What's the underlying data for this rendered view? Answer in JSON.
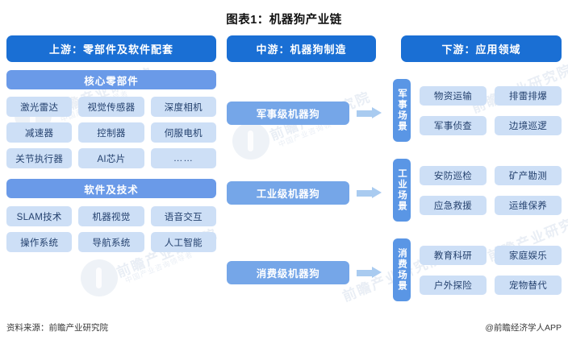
{
  "title": "图表1：机器狗产业链",
  "upstream": {
    "stage_label": "上游：零部件及软件配套",
    "sections": [
      {
        "heading": "核心零部件",
        "items": [
          "激光雷达",
          "视觉传感器",
          "深度相机",
          "减速器",
          "控制器",
          "伺服电机",
          "关节执行器",
          "AI芯片",
          "……"
        ]
      },
      {
        "heading": "软件及技术",
        "items": [
          "SLAM技术",
          "机器视觉",
          "语音交互",
          "操作系统",
          "导航系统",
          "人工智能"
        ]
      }
    ]
  },
  "midstream": {
    "stage_label": "中游：机器狗制造",
    "items": [
      "军事级机器狗",
      "工业级机器狗",
      "消费级机器狗"
    ],
    "arrow_icon": "arrow-right-icon"
  },
  "downstream": {
    "stage_label": "下游：应用领域",
    "scenes": [
      {
        "label": "军事场景",
        "items": [
          "物资运输",
          "排雷排爆",
          "军事侦查",
          "边境巡逻"
        ]
      },
      {
        "label": "工业场景",
        "items": [
          "安防巡检",
          "矿产勘测",
          "应急救援",
          "运维保养"
        ]
      },
      {
        "label": "消费场景",
        "items": [
          "教育科研",
          "家庭娱乐",
          "户外探险",
          "宠物替代"
        ]
      }
    ]
  },
  "footer": {
    "source": "资料来源：前瞻产业研究院",
    "brand": "@前瞻经济学人APP"
  },
  "watermark": {
    "main": "前瞻产业研究院",
    "sub": "中国产业咨询领导者"
  },
  "colors": {
    "stage_header": "#1a6fd4",
    "section_header": "#6a9ae8",
    "item_bg": "#cddff6",
    "item_text": "#24416e",
    "mid_pill": "#75a6e8",
    "scene_label": "#5a96e5",
    "arrow": "#a9cbf0"
  }
}
